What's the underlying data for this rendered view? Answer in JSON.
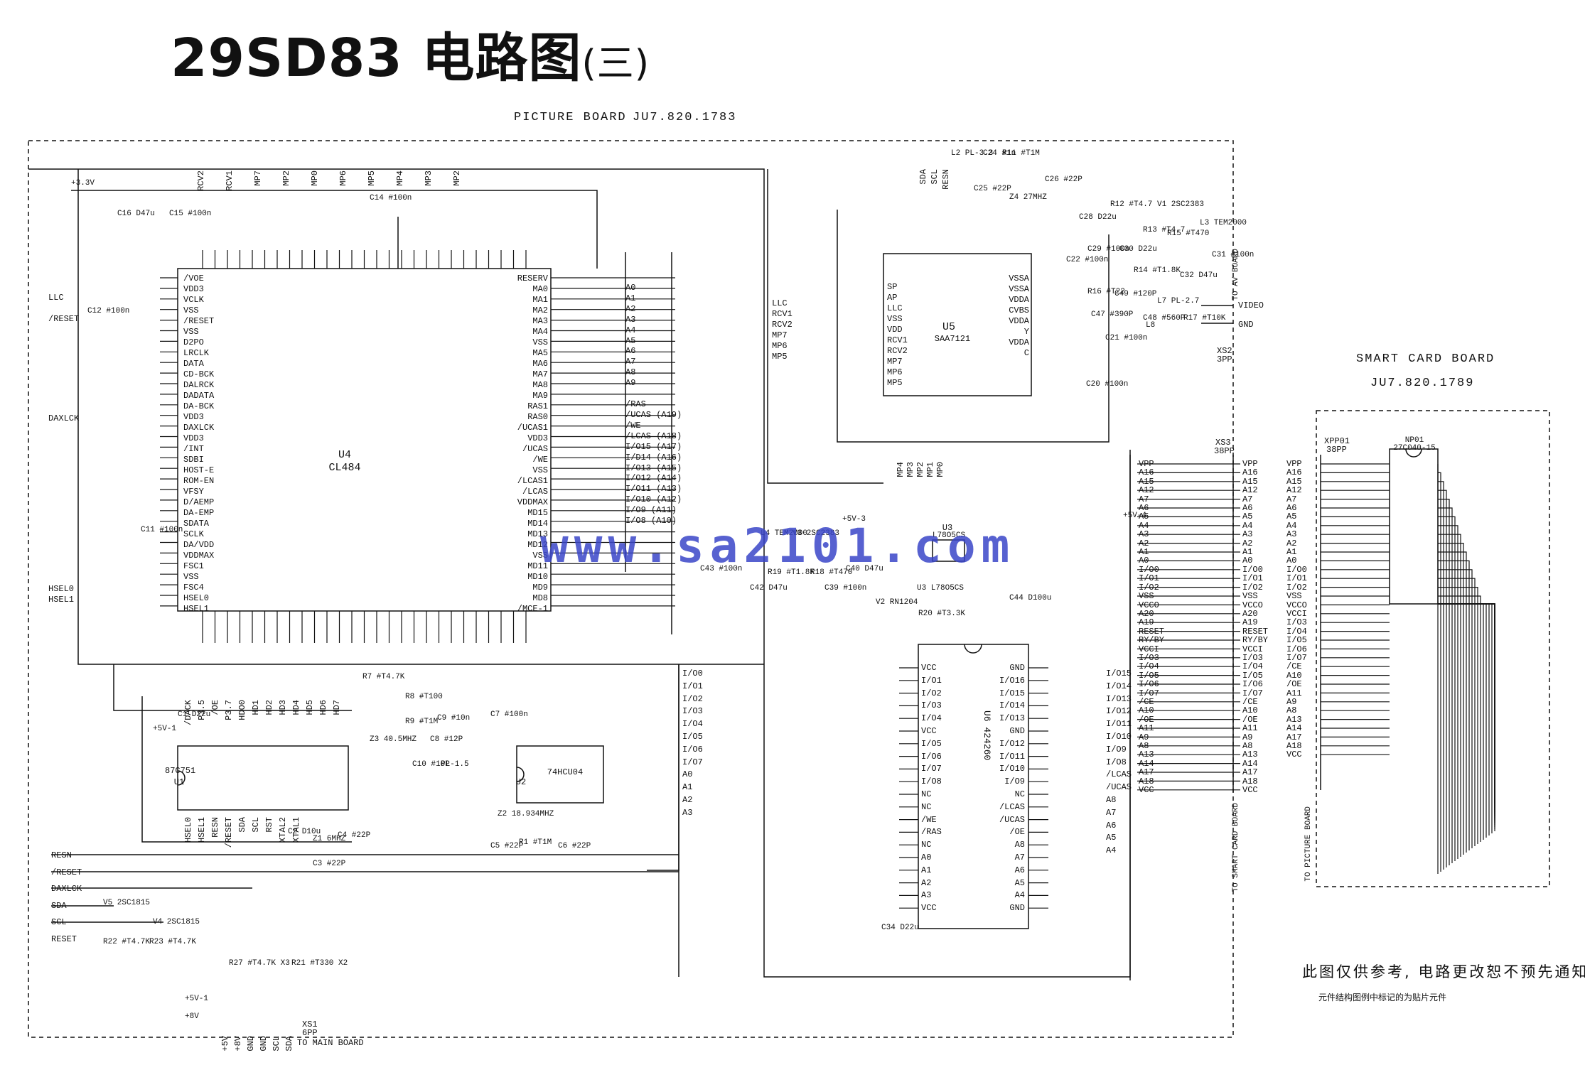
{
  "title": {
    "main": "29SD83 电路图",
    "suffix": "(三)"
  },
  "boards": {
    "picture": {
      "name": "PICTURE BOARD",
      "code": "JU7.820.1783"
    },
    "smart": {
      "name": "SMART CARD BOARD",
      "code": "JU7.820.1789"
    }
  },
  "chips": {
    "u4": {
      "ref": "U4",
      "part": "CL484"
    },
    "u5": {
      "ref": "U5",
      "part": "SAA7121"
    },
    "u6": {
      "ref": "U6",
      "part": "424260"
    },
    "u1": {
      "ref": "U1",
      "part": "87C751"
    },
    "u2": {
      "ref": "U2",
      "part": "74HCU04"
    },
    "u3": {
      "ref": "U3",
      "part": "L78O5CS"
    },
    "np01": {
      "ref": "NP01",
      "part": "27C040-15"
    }
  },
  "connectors": {
    "xs1": {
      "ref": "XS1",
      "pins": "6PP",
      "dest": "TO MAIN BOARD"
    },
    "xs2": {
      "ref": "XS2",
      "pins": "3PP",
      "dest": "TO AV BOARD"
    },
    "xs3": {
      "ref": "XS3",
      "pins": "38PP",
      "dest": "TO SMART CARD BOARD"
    },
    "xpp01": {
      "ref": "XPP01",
      "pins": "38PP",
      "dest": "TO PICTURE BOARD"
    }
  },
  "u4_left_pins": [
    "/VOE",
    "VDD3",
    "VCLK",
    "VSS",
    "/RESET",
    "VSS",
    "D2PO",
    "LRCLK",
    "DATA",
    "CD-BCK",
    "DALRCK",
    "DADATA",
    "DA-BCK",
    "VDD3",
    "DAXLCK",
    "VDD3",
    "/INT",
    "SDBI",
    "HOST-E",
    "ROM-EN",
    "VFSY",
    "D/AEMP",
    "DA-EMP",
    "SDATA",
    "SCLK",
    "DA/VDD",
    "VDDMAX",
    "FSC1",
    "VSS",
    "FSC4",
    "HSEL0",
    "HSEL1"
  ],
  "u4_right_pins": [
    "RESERV",
    "MA0",
    "MA1",
    "MA2",
    "MA3",
    "MA4",
    "VSS",
    "MA5",
    "MA6",
    "MA7",
    "MA8",
    "MA9",
    "RAS1",
    "RAS0",
    "/UCAS1",
    "VDD3",
    "/UCAS",
    "/WE",
    "VSS",
    "/LCAS1",
    "/LCAS",
    "VDDMAX",
    "MD15",
    "MD14",
    "MD13",
    "MD12",
    "VSS",
    "MD11",
    "MD10",
    "MD9",
    "MD8",
    "/MCE-1"
  ],
  "u4_right_nets": [
    "A0",
    "A1",
    "A2",
    "A3",
    "A4",
    "A5",
    "A6",
    "A7",
    "A8",
    "A9",
    "/RAS",
    "/UCAS (A19)",
    "/WE",
    "/LCAS (A18)",
    "I/O15 (A17)",
    "I/D14 (A16)",
    "I/O13 (A15)",
    "I/O12 (A14)",
    "I/O11 (A13)",
    "I/O10 (A12)",
    "I/O9 (A11)",
    "I/O8 (A10)"
  ],
  "u4_left_nets": [
    "LLC",
    "/RESET",
    "DAXLCK",
    "HSEL0",
    "HSEL1"
  ],
  "u4_top_nets": [
    "RCV2",
    "RCV1",
    "MP7",
    "MP2",
    "MP0",
    "MP6",
    "MP5",
    "MP4",
    "MP3",
    "MP2"
  ],
  "u5_left_pins": [
    "SP",
    "AP",
    "LLC",
    "VSS",
    "VDD",
    "RCV1",
    "RCV2",
    "MP7",
    "MP6",
    "MP5"
  ],
  "u5_right_pins": [
    "VSSA",
    "VSSA",
    "VDDA",
    "CVBS",
    "VDDA",
    "Y",
    "VDDA",
    "C"
  ],
  "u5_left_nets": [
    "LLC",
    "RCV1",
    "RCV2",
    "MP7",
    "MP6",
    "MP5"
  ],
  "u5_top_nets": [
    "SDA",
    "SCL",
    "RESN"
  ],
  "u5_bottom_nets": [
    "MP4",
    "MP3",
    "MP2",
    "MP1",
    "MP0"
  ],
  "u6_left_pins": [
    "VCC",
    "I/O1",
    "I/O2",
    "I/O3",
    "I/O4",
    "VCC",
    "I/O5",
    "I/O6",
    "I/O7",
    "I/O8",
    "NC",
    "NC",
    "/WE",
    "/RAS",
    "NC",
    "A0",
    "A1",
    "A2",
    "A3",
    "VCC"
  ],
  "u6_right_pins": [
    "GND",
    "I/O16",
    "I/O15",
    "I/O14",
    "I/O13",
    "GND",
    "I/O12",
    "I/O11",
    "I/O10",
    "I/O9",
    "NC",
    "/LCAS",
    "/UCAS",
    "/OE",
    "A8",
    "A7",
    "A6",
    "A5",
    "A4",
    "GND"
  ],
  "u6_left_nets": [
    "I/O0",
    "I/O1",
    "I/O2",
    "I/O3",
    "I/O4",
    "I/O5",
    "I/O6",
    "I/O7",
    "A0",
    "A1",
    "A2",
    "A3"
  ],
  "u6_right_nets": [
    "I/O15",
    "I/O14",
    "I/O13",
    "I/O12",
    "I/O11",
    "I/O10",
    "I/O9",
    "I/O8",
    "/LCAS",
    "/UCAS",
    "A8",
    "A7",
    "A6",
    "A5",
    "A4"
  ],
  "xs3_pins": [
    "VPP",
    "A16",
    "A15",
    "A12",
    "A7",
    "A6",
    "A5",
    "A4",
    "A3",
    "A2",
    "A1",
    "A0",
    "I/O0",
    "I/O1",
    "I/O2",
    "VSS",
    "VCCO",
    "A20",
    "A19",
    "RESET",
    "RY/BY",
    "VCCI",
    "I/O3",
    "I/O4",
    "I/O5",
    "I/O6",
    "I/O7",
    "/CE",
    "A10",
    "/OE",
    "A11",
    "A9",
    "A8",
    "A13",
    "A14",
    "A17",
    "A18",
    "VCC"
  ],
  "xpp01_pins": [
    "VPP",
    "A16",
    "A15",
    "A12",
    "A7",
    "A6",
    "A5",
    "A4",
    "A3",
    "A2",
    "A1",
    "A0",
    "I/O0",
    "I/O1",
    "I/O2",
    "VSS",
    "VCCO",
    "VCCI",
    "I/O3",
    "I/O4",
    "I/O5",
    "I/O6",
    "I/O7",
    "/CE",
    "A10",
    "/OE",
    "A11",
    "A9",
    "A8",
    "A13",
    "A14",
    "A17",
    "A18",
    "VCC"
  ],
  "components": [
    "+3.3V",
    "C16 D47u",
    "C15 #100n",
    "C12 #100n",
    "C11 #100n",
    "C14 #100n",
    "L2 PL-3.3",
    "C24 #1n",
    "R11 #T1M",
    "C25 #22P",
    "C26 #22P",
    "Z4 27MHZ",
    "R12 #T4.7",
    "V1 2SC2383",
    "C28 D22u",
    "R13 #T4.7",
    "R15 #T470",
    "C29 #100n",
    "C30 D22u",
    "R14 #T1.8K",
    "C32 D47u",
    "C31 #100n",
    "L3 TEM2000",
    "C22 #100n",
    "R16 #T22",
    "C49 #120P",
    "L7 PL-2.7",
    "C47 #390P",
    "C48 #560P",
    "R17 #T10K",
    "L8",
    "C21 #100n",
    "C20 #100n",
    "+5V-4",
    "+5V-3",
    "L4 TEM2000",
    "V3 2SC2383",
    "C43 #100n",
    "R19 #T1.8K",
    "R18 #T470",
    "C42 D47u",
    "C39 #100n",
    "C40 D47u",
    "U3 L78O5CS",
    "R20 #T3.3K",
    "C44 D100u",
    "V2 RN1204",
    "R7 #T4.7K",
    "R8 #T100",
    "R9 #T1M",
    "Z3 40.5MHZ",
    "C8 #12P",
    "C9 #10n",
    "C10 #10P",
    "PL-1.5",
    "C1 D22u",
    "+5V-1",
    "C7 #100n",
    "Z2 18.934MHZ",
    "R1 #T1M",
    "C5 #22P",
    "C6 #22P",
    "C2 D10u",
    "Z1 6MHZ",
    "C4 #22P",
    "C3 #22P",
    "C34 D22u",
    "V5 2SC1815",
    "V4 2SC1815",
    "R22 #T4.7K",
    "R23 #T4.7K",
    "R27 #T4.7K X3",
    "R21 #T330 X2",
    "+5V-1",
    "+8V"
  ],
  "u1_top_pins": [
    "/DACK",
    "P3.5",
    "/OE",
    "P3.7",
    "HDO0",
    "HD1",
    "HD2",
    "HD3",
    "HD4",
    "HD5",
    "HD6",
    "HD7"
  ],
  "u1_bottom_pins": [
    "HSEL0",
    "HSEL1",
    "RESN",
    "/RESET",
    "SDA",
    "SCL",
    "RST",
    "XTAL2",
    "XTAL1"
  ],
  "main_board_pins": [
    "+5V",
    "+8V",
    "GND",
    "GND",
    "SCL",
    "SDA"
  ],
  "bottom_left_nets": [
    "RESN",
    "/RESET",
    "DAXLCK",
    "SDA",
    "SCL",
    "RESET"
  ],
  "av_outputs": [
    "VIDEO",
    "GND"
  ],
  "notes": {
    "disclaimer": "此图仅供参考, 电路更改恕不预先通知.",
    "marking": "元件结构图例中标记的为贴片元件"
  },
  "watermark": "www.sa2101.com"
}
